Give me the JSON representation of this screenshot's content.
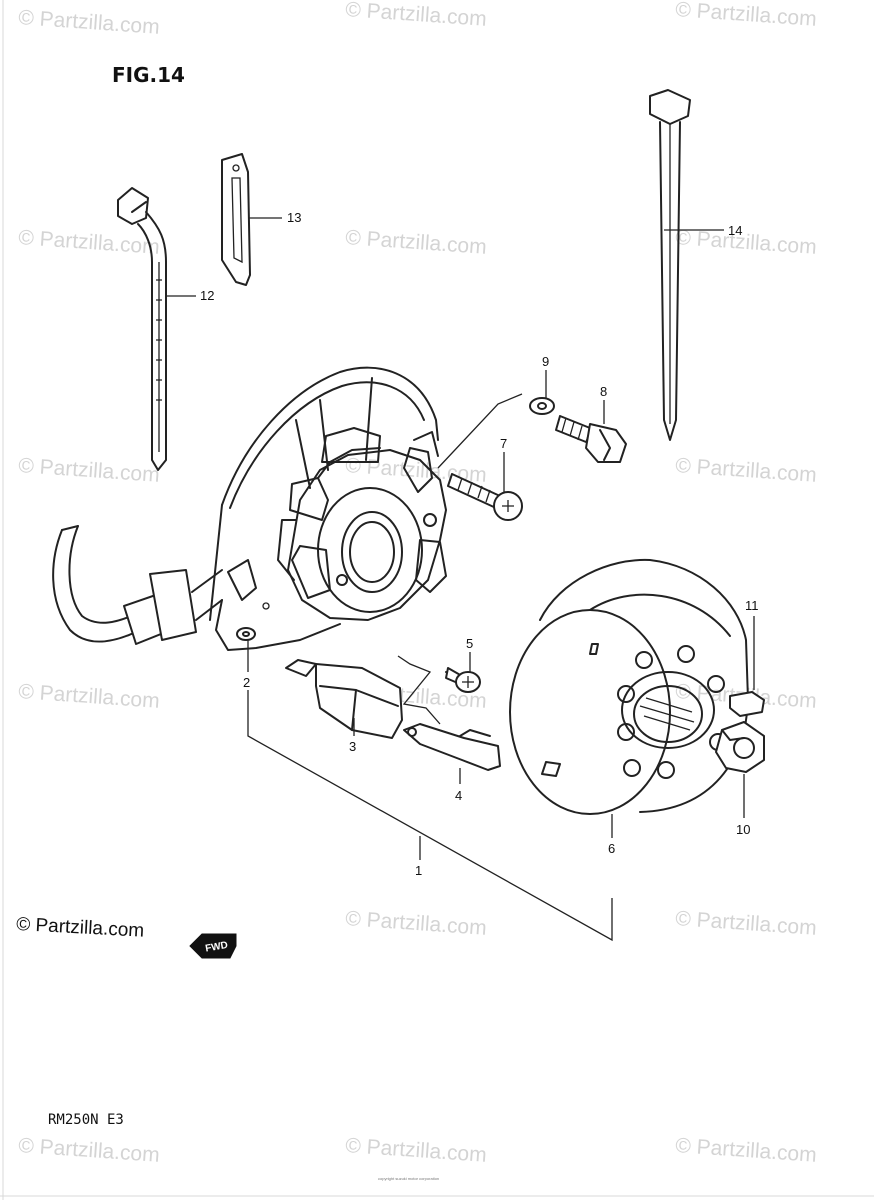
{
  "figure_title": "FIG.14",
  "model_code": "RM250N E3",
  "brand_label": "© Partzilla.com",
  "watermark_text": "© Partzilla.com",
  "fwd_label": "FWD",
  "footer_text": "copyright suzuki motor corporation",
  "callouts": [
    "1",
    "2",
    "3",
    "4",
    "5",
    "6",
    "7",
    "8",
    "9",
    "10",
    "11",
    "12",
    "13",
    "14"
  ]
}
